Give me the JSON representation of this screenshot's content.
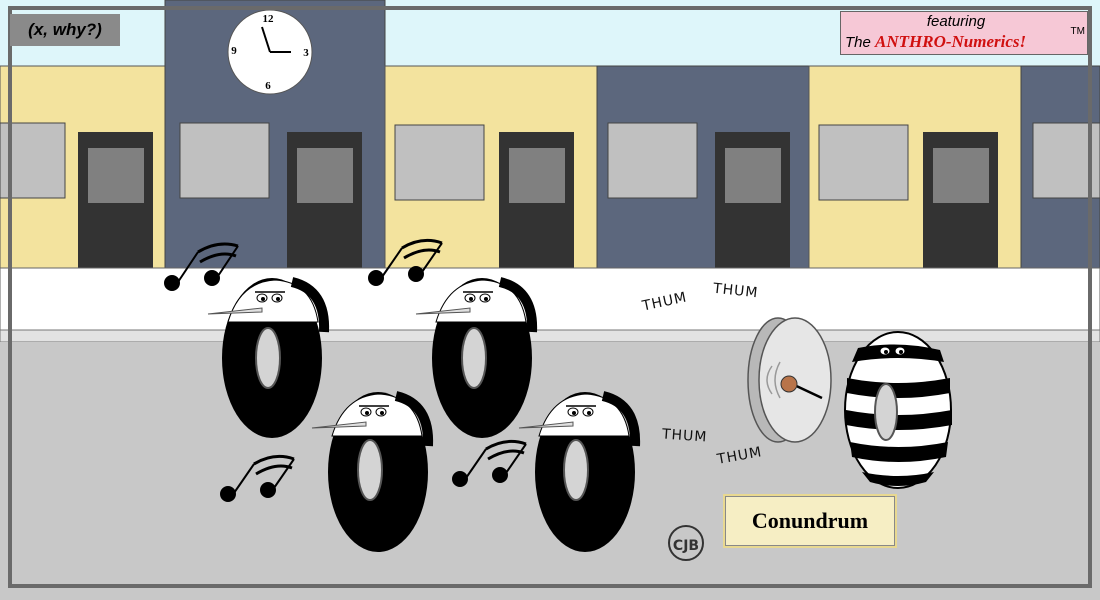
{
  "panel_tag": "(x, why?)",
  "featuring": {
    "line1": "featuring",
    "the": "The ",
    "anthro": "ANTHRO",
    "numerics": "-Numerics!",
    "tm": "TM"
  },
  "title": "Conundrum",
  "sound_effects": {
    "top_left": "THUM",
    "top_right": "THUM",
    "bottom_left": "THUM",
    "bottom_right": "THUM"
  },
  "signature": "CJB",
  "clock": {
    "n12": "12",
    "n3": "3",
    "n6": "6",
    "n9": "9"
  },
  "colors": {
    "sky": "#def6fa",
    "building_yellow": "#f3e39e",
    "building_slate": "#5c677d",
    "sidewalk": "#ffffff",
    "road": "#c8c8c8",
    "zero_characters": "#000000",
    "drum": "#e6e6e6",
    "accent_red": "#d01010"
  }
}
